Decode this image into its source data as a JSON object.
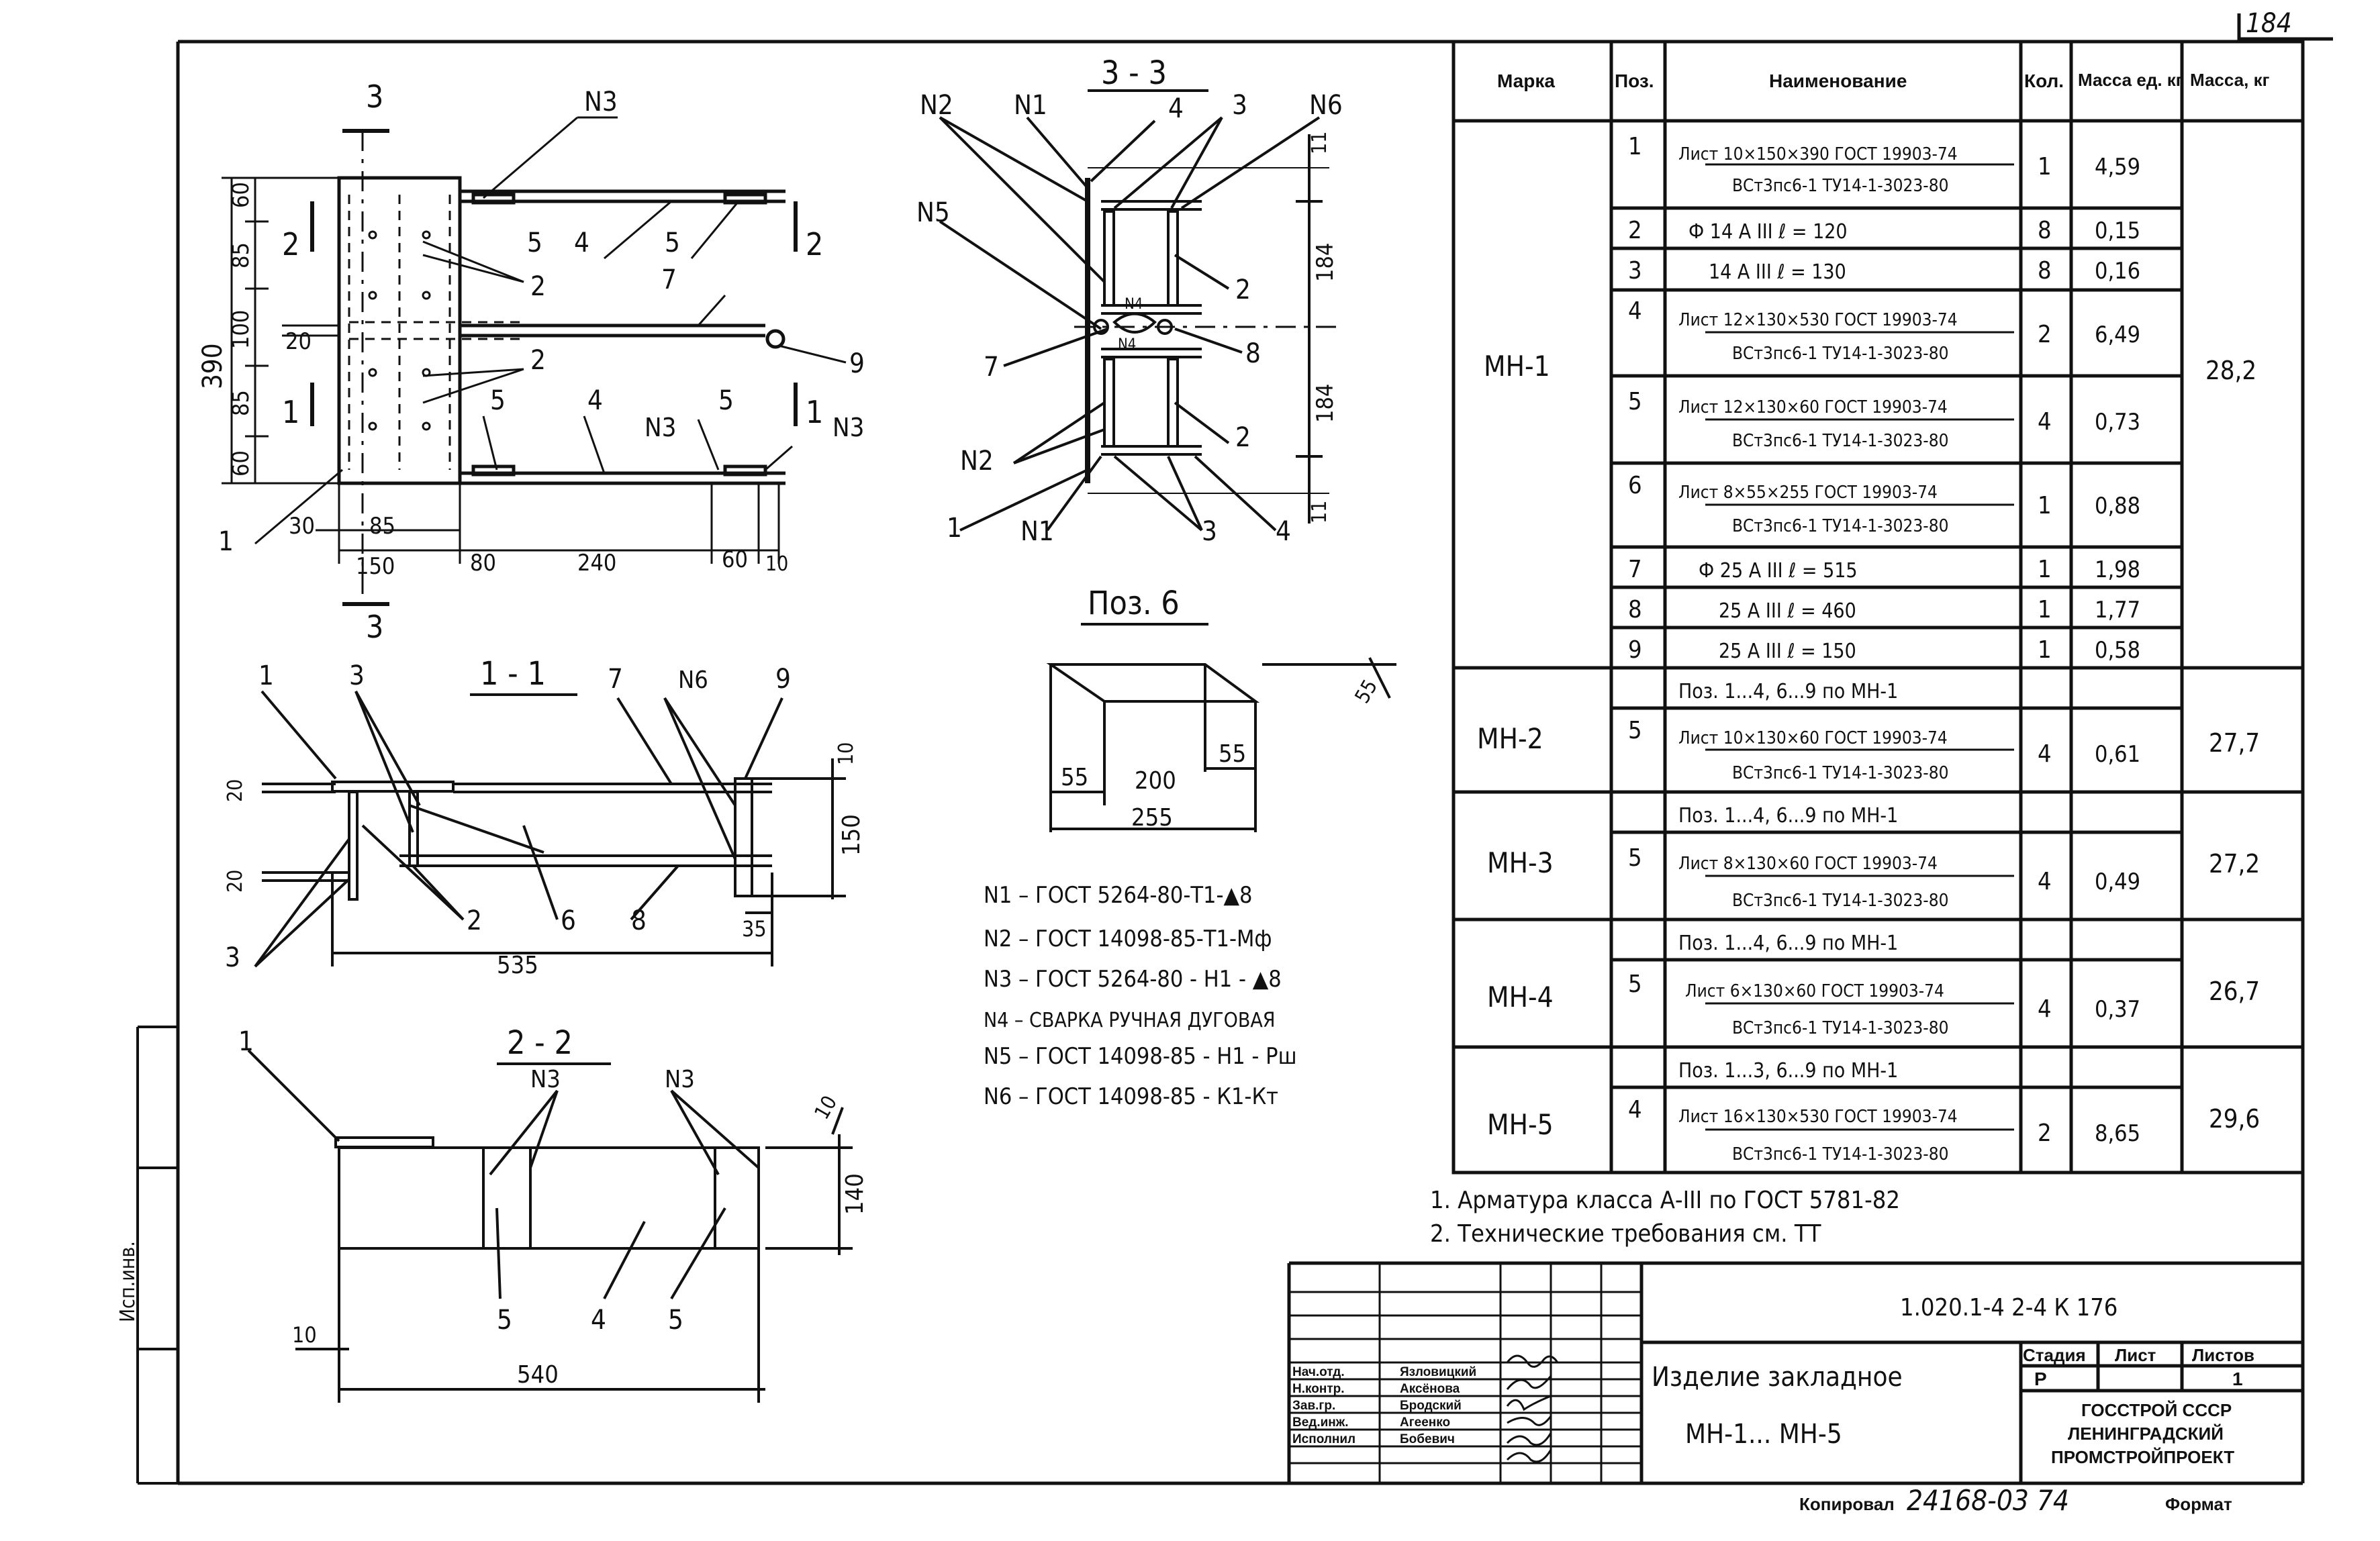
{
  "sheet_number": "184",
  "views": {
    "plan": {
      "section_marks": [
        "3",
        "3",
        "2",
        "2",
        "1",
        "1"
      ],
      "labels": [
        "N3",
        "5",
        "4",
        "5",
        "2",
        "7",
        "9",
        "2",
        "5",
        "4",
        "N3",
        "5",
        "N3",
        "1"
      ],
      "dims_vertical": [
        "390",
        "60",
        "85",
        "100",
        "85",
        "60",
        "20"
      ],
      "dims_horizontal": [
        "30",
        "85",
        "150",
        "80",
        "240",
        "60",
        "10"
      ]
    },
    "section_33": {
      "title": "3 - 3",
      "labels": [
        "N2",
        "N1",
        "4",
        "3",
        "N6",
        "N5",
        "7",
        "N4",
        "N4",
        "8",
        "N2",
        "1",
        "N1",
        "2",
        "2",
        "3",
        "4",
        "11",
        "184",
        "184",
        "11"
      ]
    },
    "pos6": {
      "title": "Поз. 6",
      "dims": [
        "55",
        "200",
        "55",
        "255",
        "55"
      ]
    },
    "section_11": {
      "title": "1 - 1",
      "labels": [
        "1",
        "3",
        "7",
        "N6",
        "9",
        "2",
        "6",
        "8",
        "3"
      ],
      "dims": [
        "20",
        "20",
        "10",
        "150",
        "35",
        "535"
      ]
    },
    "section_22": {
      "title": "2 - 2",
      "labels": [
        "1",
        "N3",
        "N3",
        "5",
        "4",
        "5"
      ],
      "dims": [
        "10",
        "140",
        "10",
        "540"
      ]
    }
  },
  "weld_notes": [
    "N1 – ГОСТ 5264-80-Т1-▲8",
    "N2 – ГОСТ 14098-85-Т1-Мф",
    "N3 – ГОСТ 5264-80 - Н1 - ▲8",
    "N4 – СВАРКА РУЧНАЯ ДУГОВАЯ",
    "N5 – ГОСТ 14098-85 - Н1 - Рш",
    "N6 – ГОСТ 14098-85 - К1-Кт"
  ],
  "spec_table": {
    "headers": [
      "Марка",
      "Поз.",
      "Наименование",
      "Кол.",
      "Масса ед. кг",
      "Масса, кг"
    ],
    "groups": [
      {
        "mark": "МН-1",
        "total": "28,2",
        "rows": [
          {
            "pos": "1",
            "name_top": "Лист 10×150×390 ГОСТ 19903-74",
            "name_bottom": "ВСт3пс6-1 ТУ14-1-3023-80",
            "qty": "1",
            "unit": "4,59"
          },
          {
            "pos": "2",
            "name_top": "Ф 14 А III        ℓ = 120",
            "name_bottom": "",
            "qty": "8",
            "unit": "0,15"
          },
          {
            "pos": "3",
            "name_top": "14 А III        ℓ = 130",
            "name_bottom": "",
            "qty": "8",
            "unit": "0,16"
          },
          {
            "pos": "4",
            "name_top": "Лист 12×130×530 ГОСТ 19903-74",
            "name_bottom": "ВСт3пс6-1 ТУ14-1-3023-80",
            "qty": "2",
            "unit": "6,49"
          },
          {
            "pos": "5",
            "name_top": "Лист 12×130×60 ГОСТ 19903-74",
            "name_bottom": "ВСт3пс6-1 ТУ14-1-3023-80",
            "qty": "4",
            "unit": "0,73"
          },
          {
            "pos": "6",
            "name_top": "Лист 8×55×255 ГОСТ 19903-74",
            "name_bottom": "ВСт3пс6-1 ТУ14-1-3023-80",
            "qty": "1",
            "unit": "0,88"
          },
          {
            "pos": "7",
            "name_top": "Ф 25 А III        ℓ = 515",
            "name_bottom": "",
            "qty": "1",
            "unit": "1,98"
          },
          {
            "pos": "8",
            "name_top": "25 А III        ℓ = 460",
            "name_bottom": "",
            "qty": "1",
            "unit": "1,77"
          },
          {
            "pos": "9",
            "name_top": "25 А III        ℓ = 150",
            "name_bottom": "",
            "qty": "1",
            "unit": "0,58"
          }
        ]
      },
      {
        "mark": "МН-2",
        "total": "27,7",
        "ref": "Поз. 1...4, 6...9  по МН-1",
        "rows": [
          {
            "pos": "5",
            "name_top": "Лист 10×130×60 ГОСТ 19903-74",
            "name_bottom": "ВСт3пс6-1 ТУ14-1-3023-80",
            "qty": "4",
            "unit": "0,61"
          }
        ]
      },
      {
        "mark": "МН-3",
        "total": "27,2",
        "ref": "Поз. 1...4, 6...9  по МН-1",
        "rows": [
          {
            "pos": "5",
            "name_top": "Лист 8×130×60 ГОСТ 19903-74",
            "name_bottom": "ВСт3пс6-1 ТУ14-1-3023-80",
            "qty": "4",
            "unit": "0,49"
          }
        ]
      },
      {
        "mark": "МН-4",
        "total": "26,7",
        "ref": "Поз. 1...4, 6...9  по МН-1",
        "rows": [
          {
            "pos": "5",
            "name_top": "Лист 6×130×60 ГОСТ 19903-74",
            "name_bottom": "ВСт3пс6-1 ТУ14-1-3023-80",
            "qty": "4",
            "unit": "0,37"
          }
        ]
      },
      {
        "mark": "МН-5",
        "total": "29,6",
        "ref": "Поз. 1...3, 6...9  по МН-1",
        "rows": [
          {
            "pos": "4",
            "name_top": "Лист 16×130×530 ГОСТ 19903-74",
            "name_bottom": "ВСт3пс6-1 ТУ14-1-3023-80",
            "qty": "2",
            "unit": "8,65"
          }
        ]
      }
    ]
  },
  "notes": [
    "1. Арматура  класса А-III  по ГОСТ 5781-82",
    "2. Технические требования  см. ТТ"
  ],
  "title_block": {
    "doc_code": "1.020.1-4  2-4   К 176",
    "item_line1": "Изделие  закладное",
    "item_line2": "МН-1... МН-5",
    "stage_label": "Стадия",
    "sheet_label": "Лист",
    "sheets_label": "Листов",
    "stage": "Р",
    "sheets": "1",
    "org1": "ГОССТРОЙ СССР",
    "org2": "ЛЕНИНГРАДСКИЙ",
    "org3": "ПРОМСТРОЙПРОЕКТ",
    "roles": [
      "Нач.отд.",
      "Н.контр.",
      "Зав.гр.",
      "Вед.инж.",
      "Исполнил"
    ],
    "names": [
      "Язловицкий",
      "Аксёнова",
      "Бродский",
      "Агеенко",
      "Бобевич"
    ]
  },
  "copied_label": "Копировал",
  "copied_number": "24168-03  74",
  "format_label": "Формат",
  "side_label": "Исп.инв."
}
